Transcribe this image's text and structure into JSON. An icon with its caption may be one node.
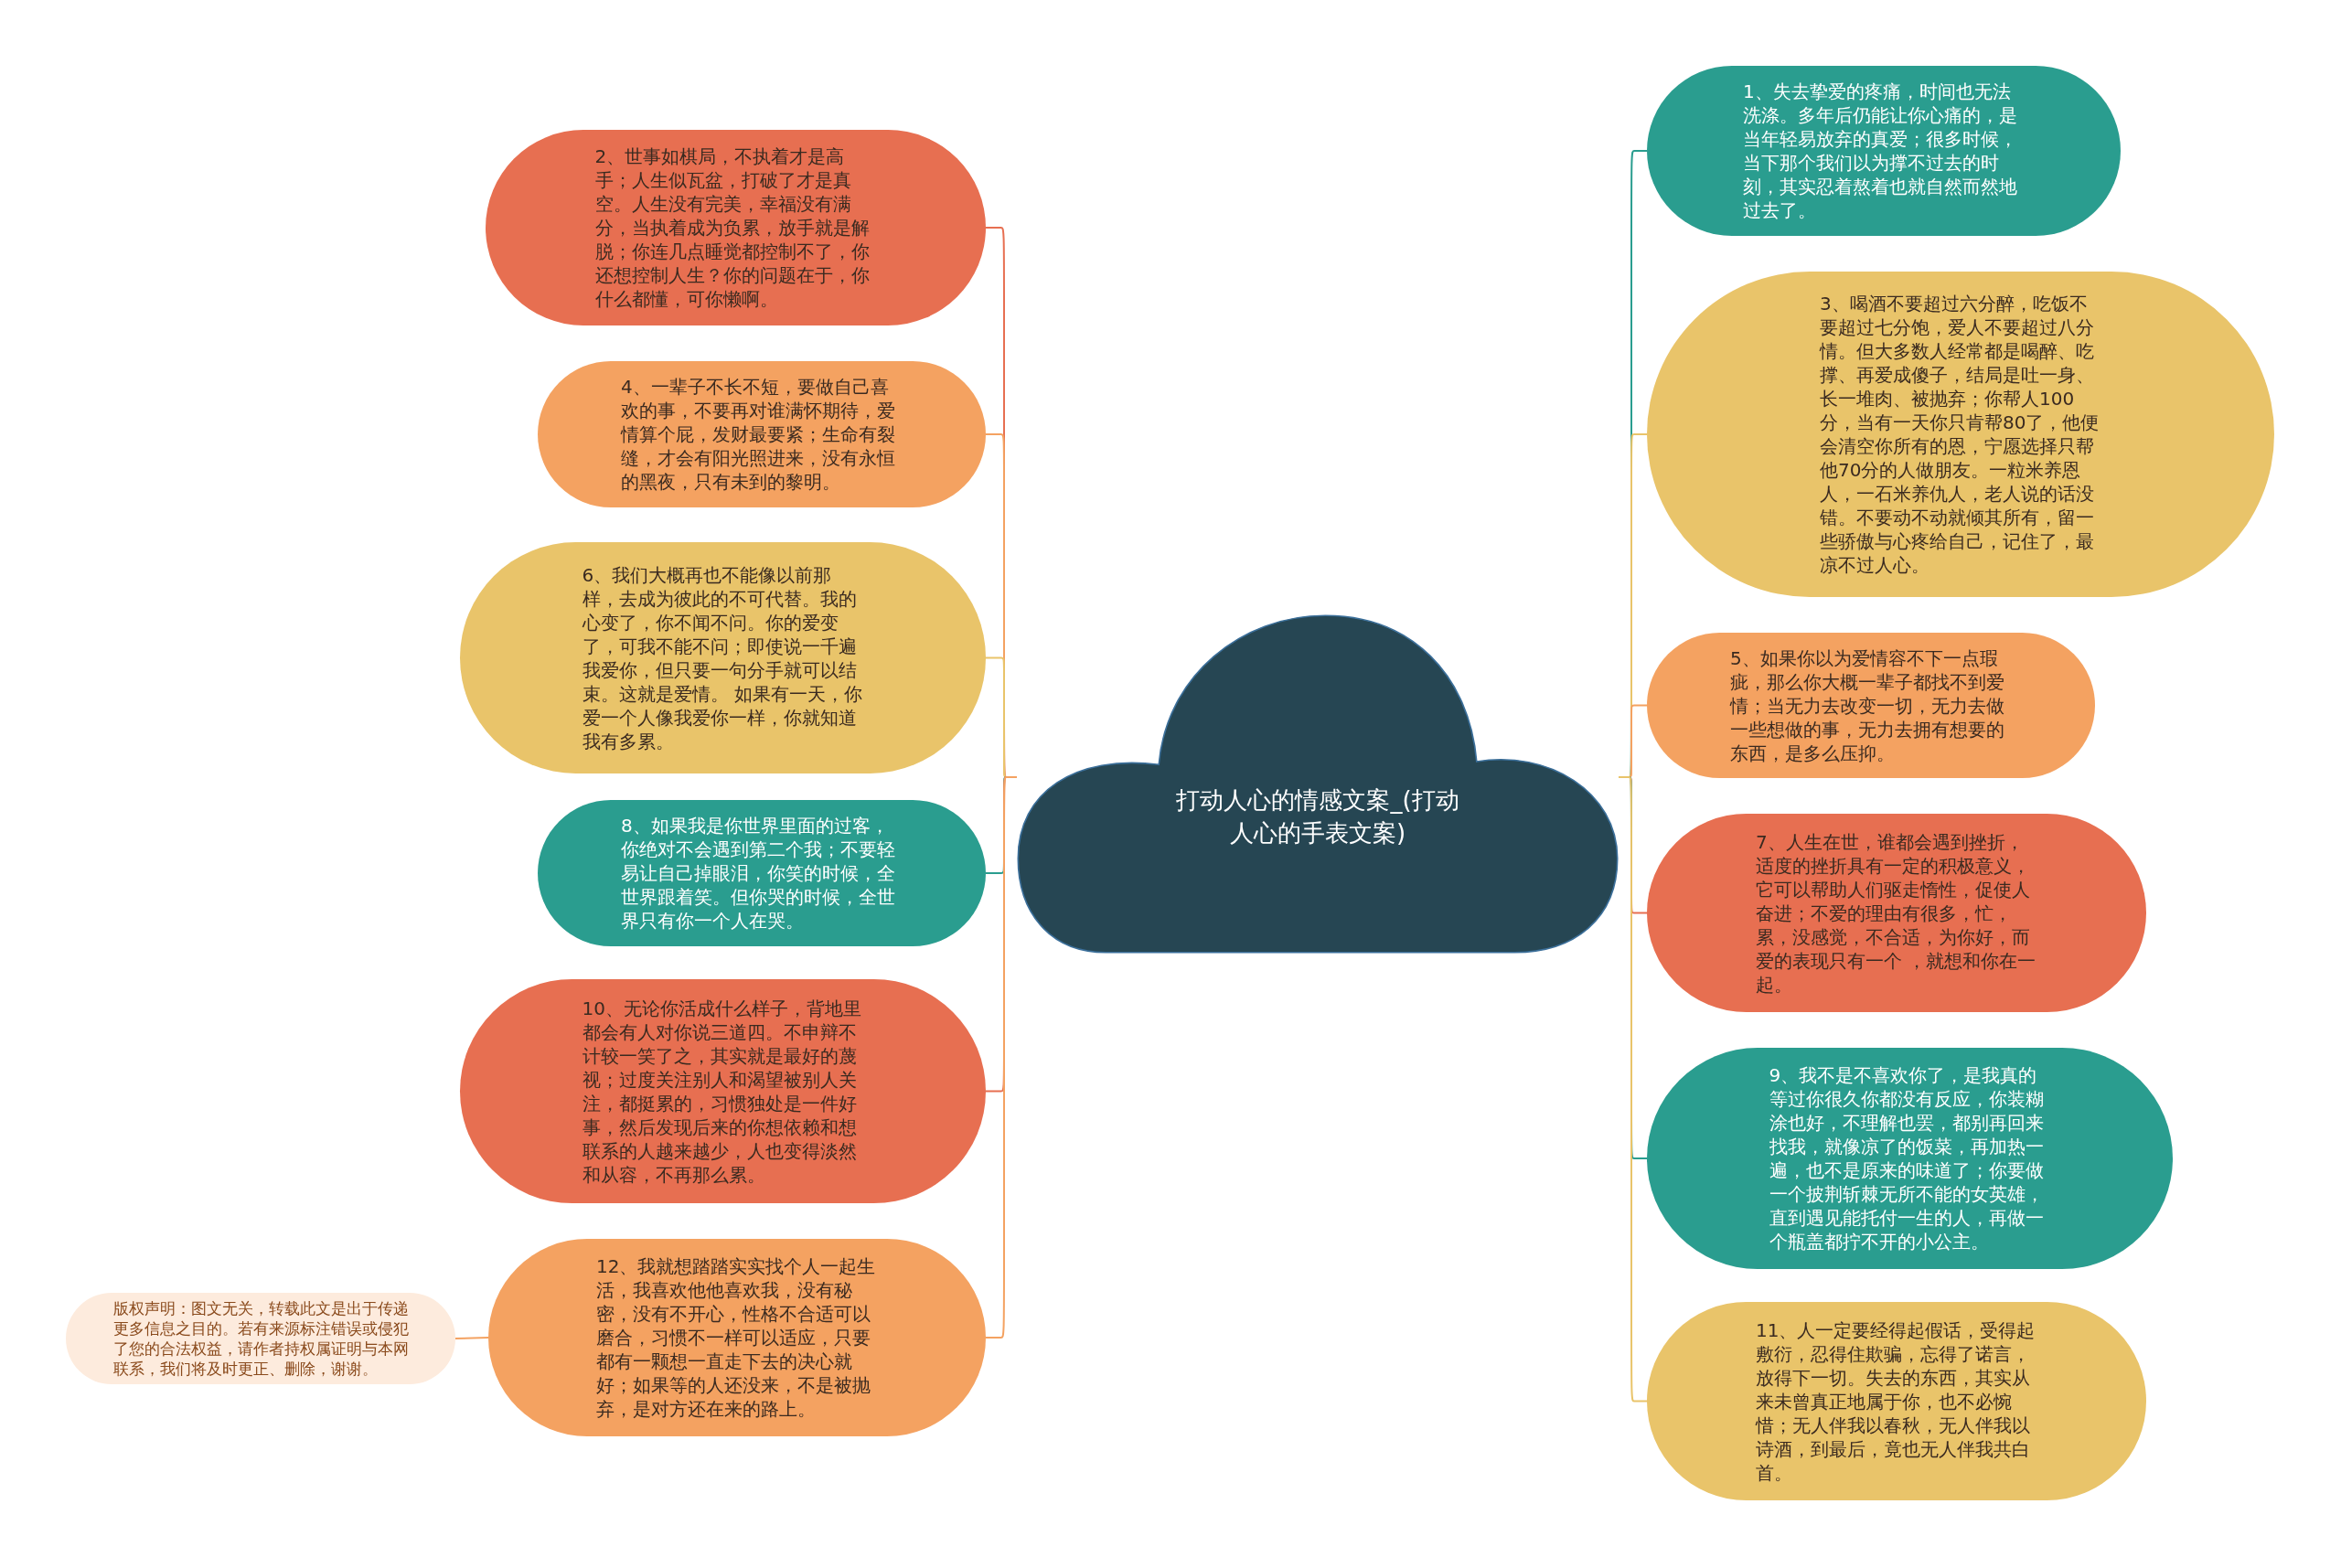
{
  "diagram": {
    "nodes": [
      {
        "text": [
          "打动人心的情感文案_(打动人心的手表文案)"
        ]
      },
      {
        "text": [
          "2、世事如棋局，不执着才是高手；人生似瓦盆，打破了才是真空。人生没有完美，幸福没有满分，当执着成为负累，放手就是解脱；你连几点睡觉都控制不了，你还想控制人生？你的问题在于，你什么都懂，可你懒啊。"
        ]
      },
      {
        "text": [
          "4、一辈子不长不短，要做自己喜欢的事，不要再对谁满怀期待，爱情算个屁，发财最要紧；生命有裂缝，才会有阳光照进来，没有永恒的黑夜，只有未到的黎明。"
        ]
      },
      {
        "text": [
          "6、我们大概再也不能像以前那样，去成为彼此的不可代替。我的心变了，你不闻不问。你的爱变了，可我不能不问；即使说一千遍我爱你，但只要一句分手就可以结束。这就是爱情。 如果有一天，你爱一个人像我爱你一样，你就知道我有多累。"
        ]
      },
      {
        "text": [
          "8、如果我是你世界里面的过客，你绝对不会遇到第二个我；不要轻易让自己掉眼泪，你笑的时候，全世界跟着笑。但你哭的时候，全世界只有你一个人在哭。"
        ]
      },
      {
        "text": [
          "10、无论你活成什么样子，背地里都会有人对你说三道四。不申辩不计较一笑了之，其实就是最好的蔑视；过度关注别人和渴望被别人关注，都挺累的，习惯独处是一件好事，然后发现后来的你想依赖和想联系的人越来越少，人也变得淡然和从容，不再那么累。"
        ]
      },
      {
        "text": [
          "12、我就想踏踏实实找个人一起生活，我喜欢他他喜欢我，没有秘密，没有不开心，性格不合适可以磨合，习惯不一样可以适应，只要都有一颗想一直走下去的决心就好；如果等的人还没来，不是被抛弃，是对方还在来的路上。"
        ]
      },
      {
        "text": [
          "版权声明：图文无关，转载此文是出于传递更多信息之目的。若有来源标注错误或侵犯了您的合法权益，请作者持权属证明与本网联系，我们将及时更正、删除，谢谢。"
        ]
      },
      {
        "text": [
          "1、失去挚爱的疼痛，时间也无法洗涤。多年后仍能让你心痛的，是当年轻易放弃的真爱；很多时候，当下那个我们以为撑不过去的时刻，其实忍着熬着也就自然而然地过去了。"
        ]
      },
      {
        "text": [
          "3、喝酒不要超过六分醉，吃饭不要超过七分饱，爱人不要超过八分情。但大多数人经常都是喝醉、吃撑、再爱成傻子，结局是吐一身、长一堆肉、被抛弃；你帮人100分，当有一天你只肯帮80了，他便会清空你所有的恩，宁愿选择只帮他70分的人做朋友。一粒米养恩人，一石米养仇人，老人说的话没错。不要动不动就倾其所有，留一些骄傲与心疼给自己，记住了，最凉不过人心。"
        ]
      },
      {
        "text": [
          "5、如果你以为爱情容不下一点瑕疵，那么你大概一辈子都找不到爱情；当无力去改变一切，无力去做一些想做的事，无力去拥有想要的东西，是多么压抑。"
        ]
      },
      {
        "text": [
          "7、人生在世，谁都会遇到挫折，适度的挫折具有一定的积极意义，它可以帮助人们驱走惰性，促使人奋进；不爱的理由有很多，忙，累，没感觉，不合适，为你好，而爱的表现只有一个 ，就想和你在一起。"
        ]
      },
      {
        "text": [
          "9、我不是不喜欢你了，是我真的等过你很久你都没有反应，你装糊涂也好，不理解也罢，都别再回来找我，就像凉了的饭菜，再加热一遍，也不是原来的味道了；你要做一个披荆斩棘无所不能的女英雄，直到遇见能托付一生的人，再做一个瓶盖都拧不开的小公主。"
        ]
      },
      {
        "text": [
          "11、人一定要经得起假话，受得起敷衍，忍得住欺骗，忘得了诺言，放得下一切。失去的东西，其实从来未曾真正地属于你，也不必惋惜；无人伴我以春秋，无人伴我以诗酒，到最后，竟也无人伴我共白首。"
        ]
      }
    ],
    "edges": [
      {
        "from": 0,
        "to": 1,
        "arrow": "none",
        "color": "#e76f51"
      },
      {
        "from": 0,
        "to": 2,
        "arrow": "none",
        "color": "#f4a261"
      },
      {
        "from": 0,
        "to": 3,
        "arrow": "none",
        "color": "#e9c46a"
      },
      {
        "from": 0,
        "to": 4,
        "arrow": "none",
        "color": "#2a9d8f"
      },
      {
        "from": 0,
        "to": 5,
        "arrow": "none",
        "color": "#e76f51"
      },
      {
        "from": 0,
        "to": 6,
        "arrow": "none",
        "color": "#f4a261"
      },
      {
        "from": 6,
        "to": 7,
        "arrow": "none",
        "color": "#f4a261"
      },
      {
        "from": 0,
        "to": 8,
        "arrow": "none",
        "color": "#2a9d8f"
      },
      {
        "from": 0,
        "to": 9,
        "arrow": "none",
        "color": "#e9c46a"
      },
      {
        "from": 0,
        "to": 10,
        "arrow": "none",
        "color": "#f4a261"
      },
      {
        "from": 0,
        "to": 11,
        "arrow": "none",
        "color": "#e76f51"
      },
      {
        "from": 0,
        "to": 12,
        "arrow": "none",
        "color": "#2a9d8f"
      },
      {
        "from": 0,
        "to": 13,
        "arrow": "none",
        "color": "#e9c46a"
      }
    ]
  }
}
